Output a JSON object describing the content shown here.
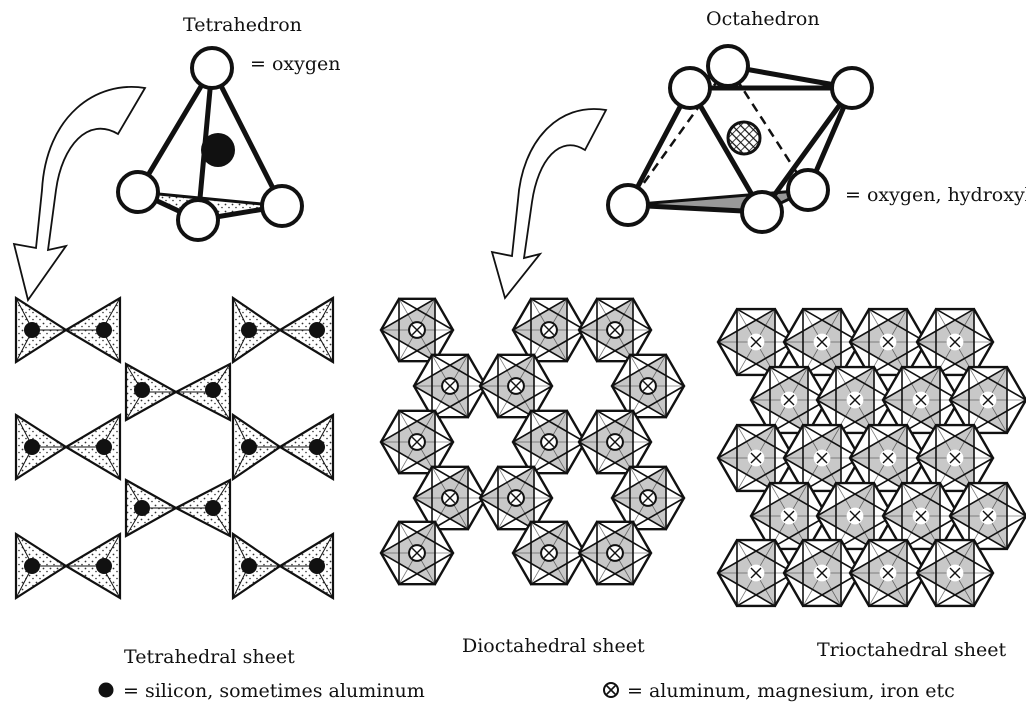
{
  "tetrahedron": {
    "title": "Tetrahedron",
    "oxygen_legend": "= oxygen"
  },
  "octahedron": {
    "title": "Octahedron",
    "oxygen_legend": "= oxygen, hydroxyl"
  },
  "sheets": {
    "tetrahedral": "Tetrahedral sheet",
    "dioctahedral": "Dioctahedral sheet",
    "trioctahedral": "Trioctahedral sheet"
  },
  "legend": {
    "silicon": "= silicon, sometimes aluminum",
    "aluminum": "= aluminum, magnesium, iron etc"
  },
  "colors": {
    "line": "#111111",
    "octa_fill": "#c8c8c8",
    "tetra_dots": "#444444"
  }
}
